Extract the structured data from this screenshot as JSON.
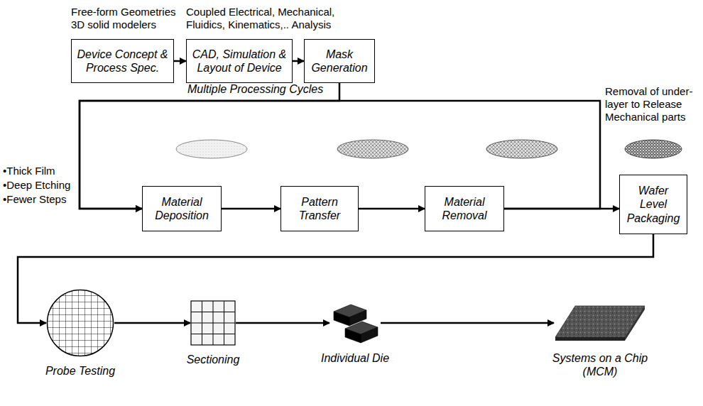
{
  "diagram": {
    "nodes": [
      {
        "text": [
          "Device Concept & Process Spec."
        ]
      },
      {
        "text": [
          "CAD, Simulation & Layout of Device"
        ]
      },
      {
        "text": [
          "Mask Generation"
        ]
      },
      {
        "text": [
          "Material Deposition"
        ]
      },
      {
        "text": [
          "Pattern Transfer"
        ]
      },
      {
        "text": [
          "Material Removal"
        ]
      },
      {
        "text": [
          "Wafer Level Packaging"
        ]
      },
      {
        "text": [
          "Probe Testing"
        ]
      },
      {
        "text": [
          "Sectioning"
        ]
      },
      {
        "text": [
          "Individual Die"
        ]
      },
      {
        "text": [
          "Systems on a Chip (MCM)"
        ]
      }
    ],
    "edges": [
      {
        "from": 0,
        "to": 1,
        "arrow": "to"
      },
      {
        "from": 1,
        "to": 2,
        "arrow": "to"
      },
      {
        "from": 2,
        "to": 3,
        "arrow": "to"
      },
      {
        "from": 3,
        "to": 4,
        "arrow": "to"
      },
      {
        "from": 4,
        "to": 5,
        "arrow": "to"
      },
      {
        "from": 5,
        "to": 3,
        "label": "Multiple Processing Cycles",
        "arrow": "to"
      },
      {
        "from": 5,
        "to": 6,
        "arrow": "to"
      },
      {
        "from": 6,
        "to": 7,
        "arrow": "to"
      },
      {
        "from": 7,
        "to": 8,
        "arrow": "to"
      },
      {
        "from": 8,
        "to": 9,
        "arrow": "to"
      },
      {
        "from": 9,
        "to": 10,
        "arrow": "to"
      }
    ],
    "labels": [
      "Free-form Geometries 3D solid modelers",
      "Coupled Electrical, Mechanical, Fluidics, Kinematics,.. Analysis",
      "Removal of under-layer to Release Mechanical parts",
      "•Thick Film",
      "•Deep Etching",
      "•Fewer Steps"
    ]
  }
}
